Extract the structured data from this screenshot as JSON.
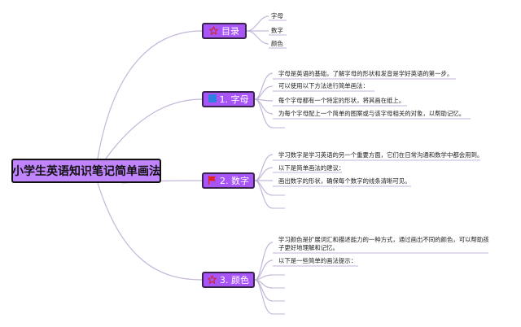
{
  "root": {
    "title": "小学生英语知识笔记简单画法"
  },
  "branches": [
    {
      "label": "目录",
      "icon": "star-outline-icon",
      "icon_color": "#d2241f",
      "items": [
        "字母",
        "数字",
        "颜色"
      ]
    },
    {
      "label": "1. 字母",
      "icon": "blue-square-icon",
      "icon_color": "#2f7fe0",
      "items": [
        "字母是英语的基础，了解字母的形状和发音是学好英语的第一步。",
        "可以使用以下方法进行简单画法：",
        "每个字母都有一个特定的形状，将其画在纸上。",
        "为每个字母配上一个简单的图案或与该字母相关的对象，以帮助记忆。"
      ]
    },
    {
      "label": "2. 数字",
      "icon": "red-flag-icon",
      "icon_color": "#e2241f",
      "items": [
        "学习数字是学习英语的另一个重要方面，它们在日常沟通和数学中都会用到。",
        "以下是简单画法的建议：",
        "画出数字的形状，确保每个数字的线条清晰可见。"
      ]
    },
    {
      "label": "3. 颜色",
      "icon": "star-outline-icon",
      "icon_color": "#d2241f",
      "items": [
        "学习颜色是扩展词汇和描述能力的一种方式，通过画出不同的颜色，可以帮助孩子更好地理解和记忆。",
        "以下是一些简单的画法提示："
      ]
    }
  ],
  "colors": {
    "branch_fill": "#a855f7",
    "root_fill": "#c084fc",
    "connector": "#c3b6d9"
  }
}
